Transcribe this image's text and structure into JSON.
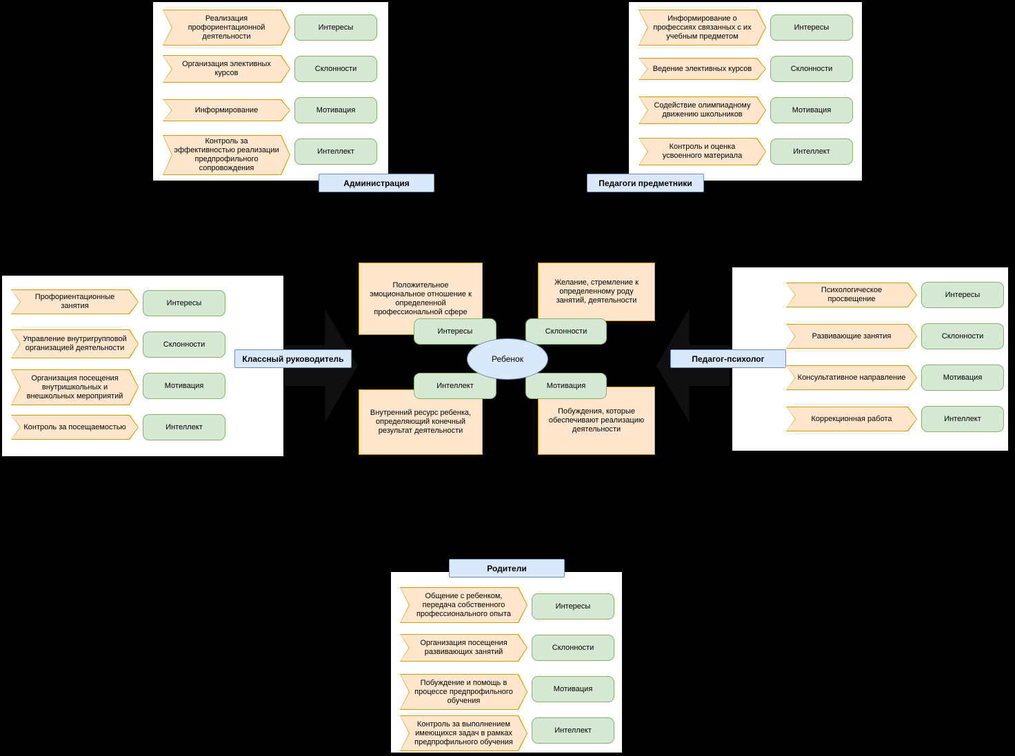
{
  "colors": {
    "background": "#000000",
    "panel": "#ffffff",
    "action_fill": "#ffe6cc",
    "action_border": "#d79b00",
    "quality_fill": "#d5e8d4",
    "quality_border": "#82b366",
    "label_fill": "#dae8fc",
    "label_border": "#6c8ebf"
  },
  "center": {
    "child_label": "Ребенок",
    "qualities": [
      {
        "label": "Интересы",
        "description": "Положительное эмоциональное отношение к определенной профессиональной сфере"
      },
      {
        "label": "Склонности",
        "description": "Желание, стремление к определенному роду занятий, деятельности"
      },
      {
        "label": "Интеллект",
        "description": "Внутренний ресурс ребенка, определяющий конечный результат деятельности"
      },
      {
        "label": "Мотивация",
        "description": "Побуждения, которые обеспечивают реализацию деятельности"
      }
    ]
  },
  "groups": [
    {
      "label": "Администрация",
      "rows": [
        {
          "action": "Реализация профориентационной деятельности",
          "quality": "Интересы"
        },
        {
          "action": "Организация элективных курсов",
          "quality": "Склонности"
        },
        {
          "action": "Информирование",
          "quality": "Мотивация"
        },
        {
          "action": "Контроль за эффективностью реализации предпрофильного сопровождения",
          "quality": "Интеллект"
        }
      ]
    },
    {
      "label": "Педагоги предметники",
      "rows": [
        {
          "action": "Информирование о профессиях связанных с их учебным предметом",
          "quality": "Интересы"
        },
        {
          "action": "Ведение элективных курсов",
          "quality": "Склонности"
        },
        {
          "action": "Содействие олимпиадному движению школьников",
          "quality": "Мотивация"
        },
        {
          "action": "Контроль и оценка усвоенного материала",
          "quality": "Интеллект"
        }
      ]
    },
    {
      "label": "Классный руководитель",
      "rows": [
        {
          "action": "Профориентационные занятия",
          "quality": "Интересы"
        },
        {
          "action": "Управление внутригрупповой организацией деятельности",
          "quality": "Склонности"
        },
        {
          "action": "Организация посещения внутришкольных и внешкольных мероприятий",
          "quality": "Мотивация"
        },
        {
          "action": "Контроль за посещаемостью",
          "quality": "Интеллект"
        }
      ]
    },
    {
      "label": "Педагог-психолог",
      "rows": [
        {
          "action": "Психологическое просвещение",
          "quality": "Интересы"
        },
        {
          "action": "Развивающие занятия",
          "quality": "Склонности"
        },
        {
          "action": "Консультативное направление",
          "quality": "Мотивация"
        },
        {
          "action": "Коррекционная работа",
          "quality": "Интеллект"
        }
      ]
    },
    {
      "label": "Родители",
      "rows": [
        {
          "action": "Общение с ребенком, передача собственного профессионального опыта",
          "quality": "Интересы"
        },
        {
          "action": "Организация посещения развивающих занятий",
          "quality": "Склонности"
        },
        {
          "action": "Побуждение и помощь в процессе предпрофильного обучения",
          "quality": "Мотивация"
        },
        {
          "action": "Контроль за выполнением имеющихся задач в рамках предпрофильного обучения",
          "quality": "Интеллект"
        }
      ]
    }
  ]
}
